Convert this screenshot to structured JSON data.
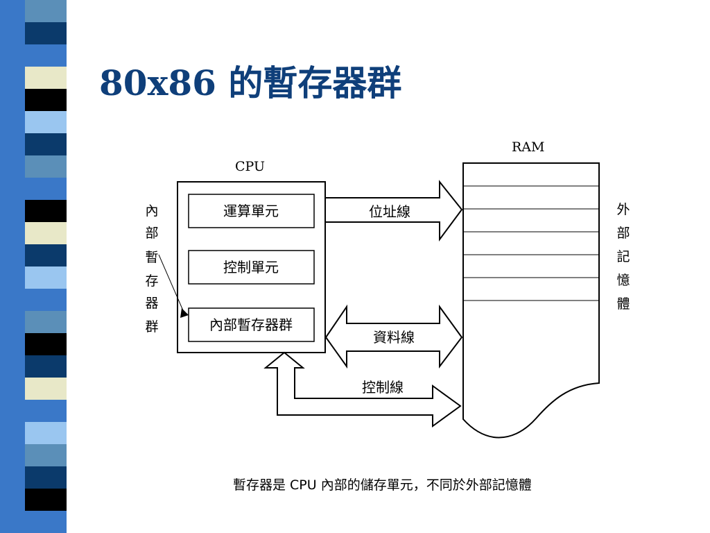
{
  "slide": {
    "title": "80x86 的暫存器群",
    "caption": "暫存器是  CPU  內部的儲存單元，不同於外部記憶體"
  },
  "diagram": {
    "cpu_label": "CPU",
    "ram_label": "RAM",
    "cpu_units": [
      "運算單元",
      "控制單元",
      "內部暫存器群"
    ],
    "buses": {
      "address": "位址線",
      "data": "資料線",
      "control": "控制線"
    },
    "left_vertical_label": [
      "內",
      "部",
      "暫",
      "存",
      "器",
      "群"
    ],
    "right_vertical_label": [
      "外",
      "部",
      "記",
      "憶",
      "體"
    ]
  },
  "theme": {
    "title_color": "#0f3f7a",
    "stripe_colors": [
      "#5b8fb8",
      "#0b3a6b",
      "#3a78c8",
      "#e8e8c8",
      "#000000",
      "#9ac6f0"
    ]
  }
}
